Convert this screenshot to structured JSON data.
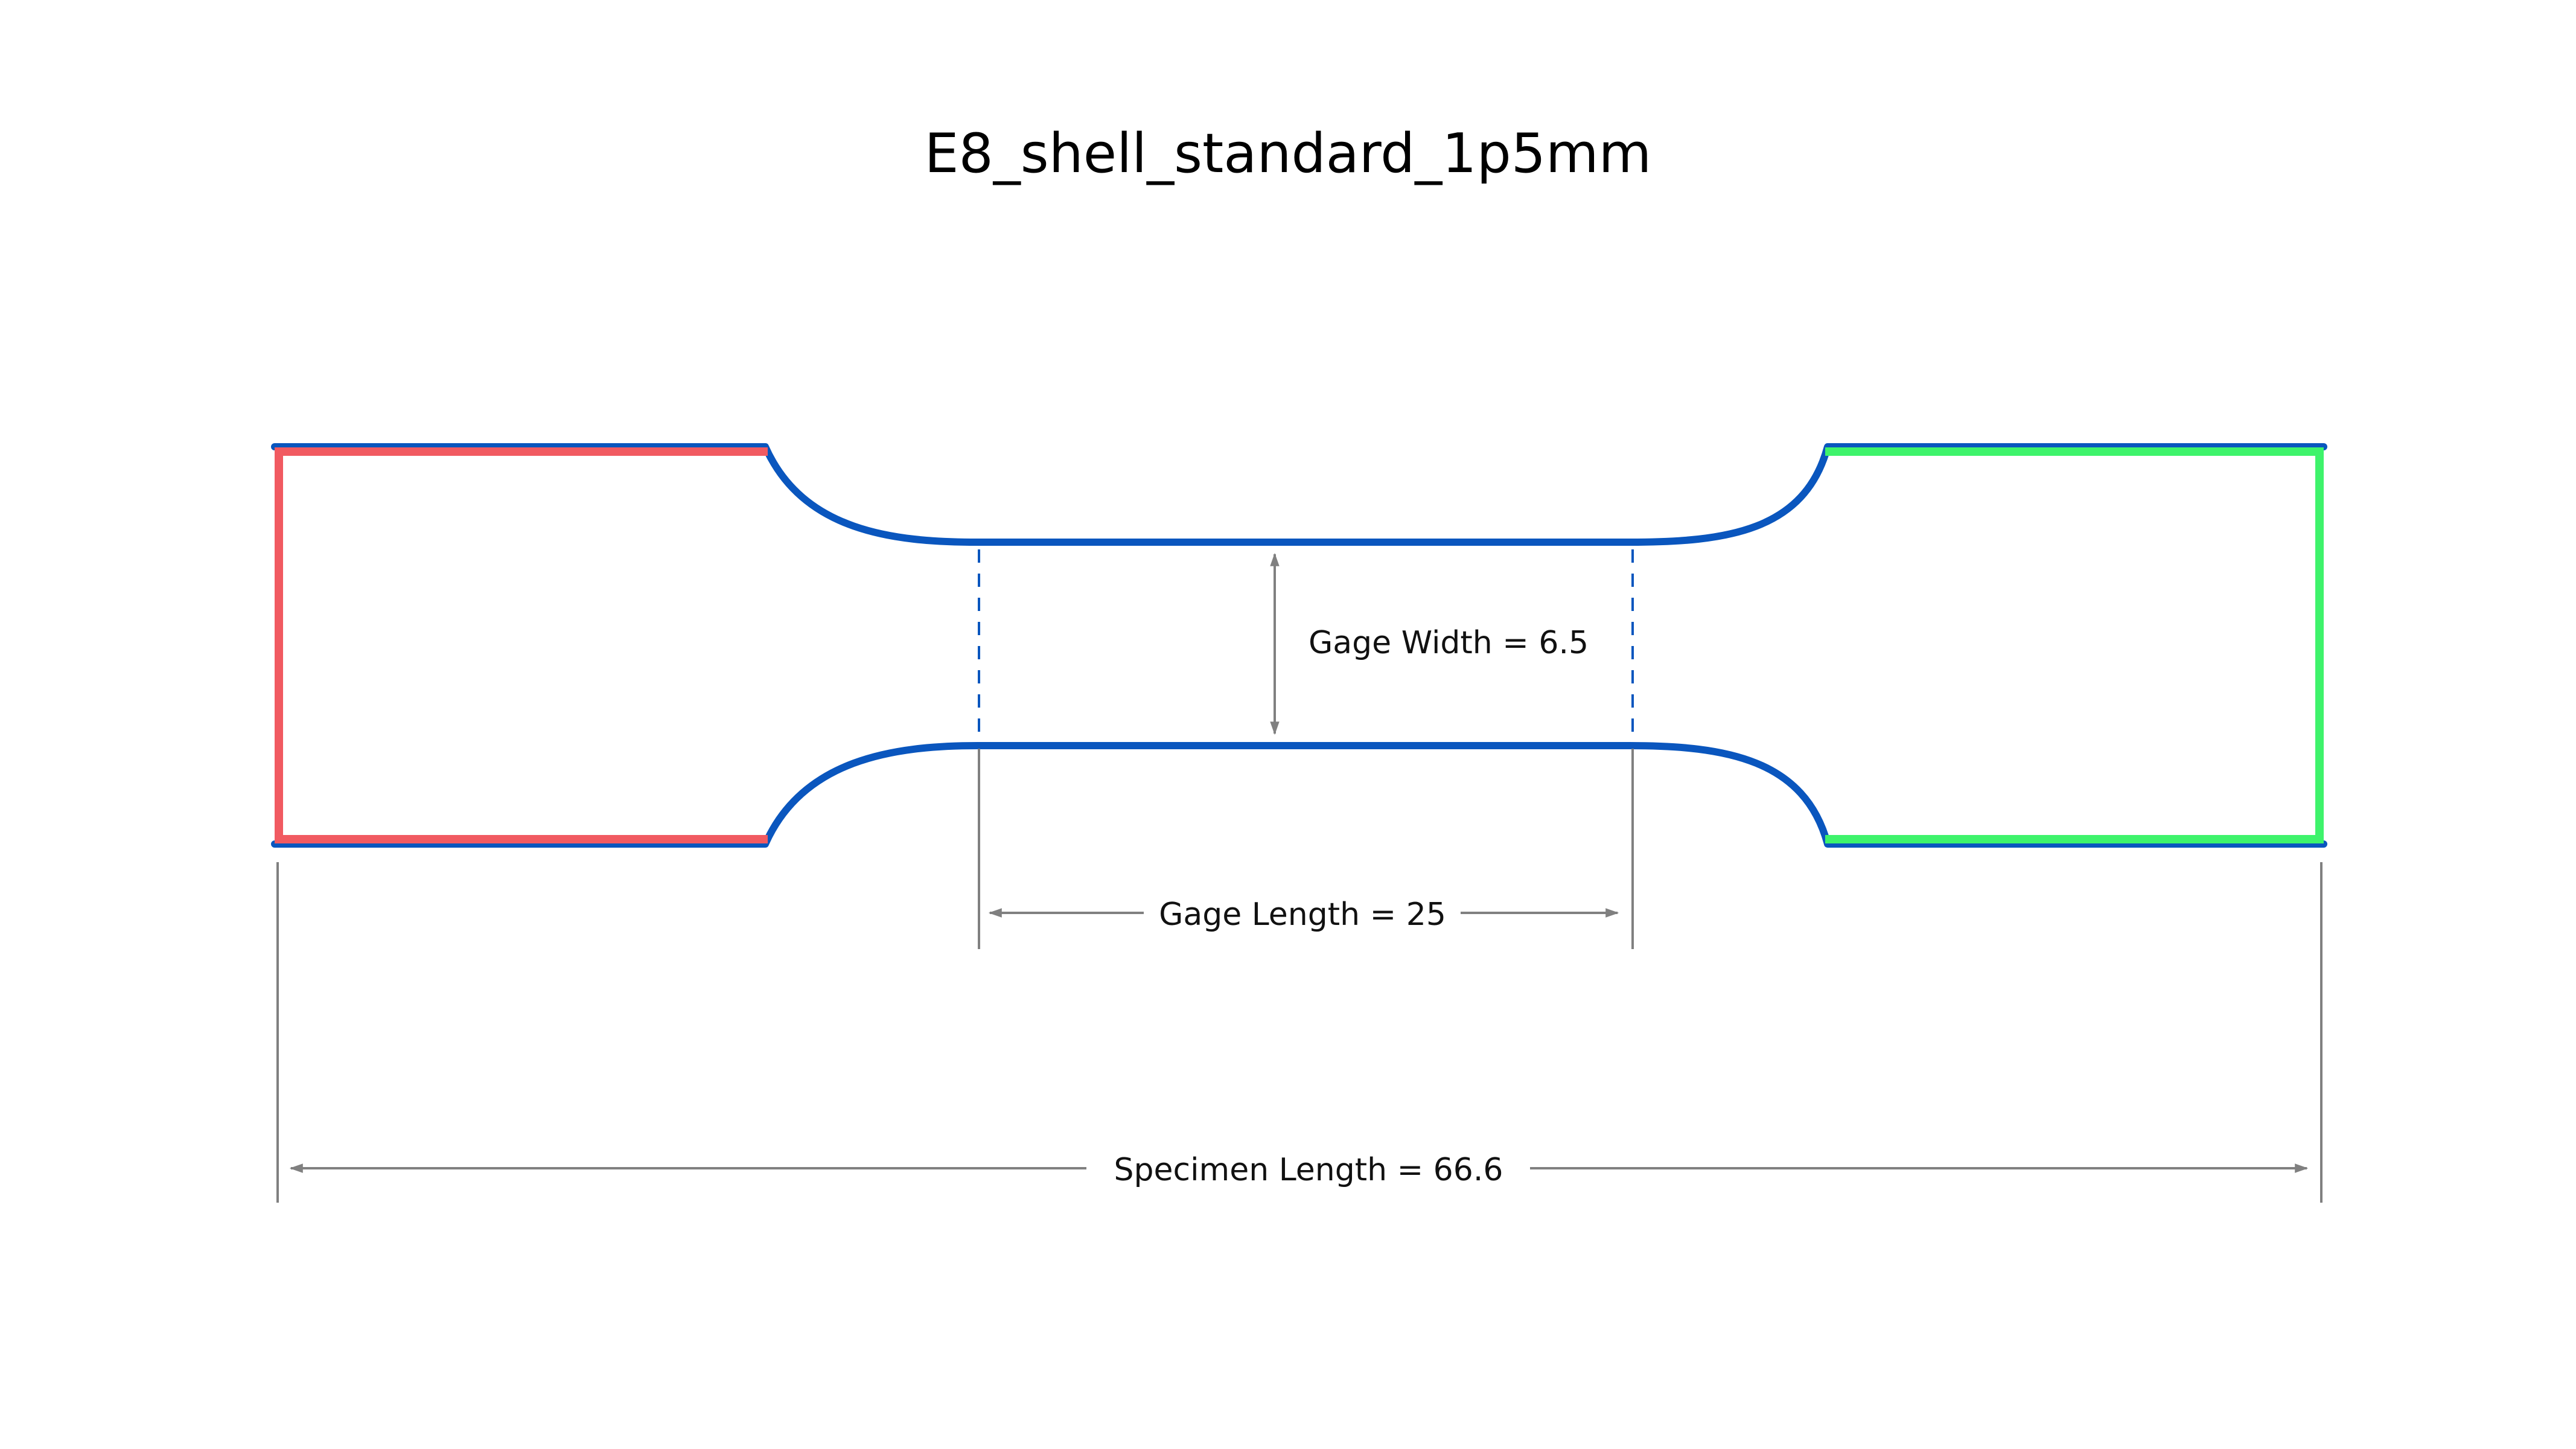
{
  "title": "E8_shell_standard_1p5mm",
  "dimensions": {
    "gage_width": "Gage Width = 6.5",
    "gage_length": "Gage Length = 25",
    "specimen_length": "Specimen Length = 66.6"
  },
  "colors": {
    "specimen_outline": "#0a56be",
    "left_grip_boundary": "#f15a61",
    "right_grip_boundary": "#3ef36b",
    "dimension_line": "#808080",
    "text": "#111111"
  }
}
